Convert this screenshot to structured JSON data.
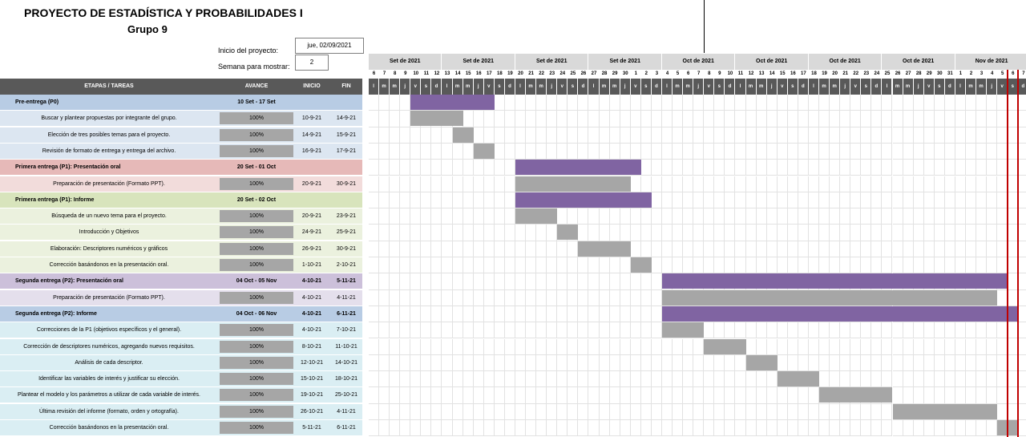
{
  "header": {
    "title": "PROYECTO DE ESTADÍSTICA Y PROBABILIDADES I",
    "subtitle": "Grupo 9",
    "start_label": "Inicio del proyecto:",
    "start_value": "jue, 02/09/2021",
    "week_label": "Semana para mostrar:",
    "week_value": "2"
  },
  "columns": {
    "task": "ETAPAS / TAREAS",
    "progress": "AVANCE",
    "start": "INICIO",
    "end": "FIN"
  },
  "colors": {
    "blue": "#b8cce4",
    "blue_light": "#dce6f1",
    "red": "#e6b9b8",
    "red_light": "#f2dcdb",
    "green": "#d8e4bc",
    "green_light": "#ebf1de",
    "purple": "#ccc0da",
    "purple_light": "#e4dfec",
    "teal": "#b7dee8",
    "teal_light": "#daeef3",
    "bar_phase": "#8064a2",
    "bar_task": "#a6a6a6",
    "today_line": "#c00000"
  },
  "weeks": [
    "Set de 2021",
    "Set de 2021",
    "Set de 2021",
    "Set de 2021",
    "Oct de 2021",
    "Oct de 2021",
    "Oct de 2021",
    "Oct de 2021",
    "Nov de 2021"
  ],
  "day_numbers": [
    "6",
    "7",
    "8",
    "9",
    "10",
    "11",
    "12",
    "13",
    "14",
    "15",
    "16",
    "17",
    "18",
    "19",
    "20",
    "21",
    "22",
    "23",
    "24",
    "25",
    "26",
    "27",
    "28",
    "29",
    "30",
    "1",
    "2",
    "3",
    "4",
    "5",
    "6",
    "7",
    "8",
    "9",
    "10",
    "11",
    "12",
    "13",
    "14",
    "15",
    "16",
    "17",
    "18",
    "19",
    "20",
    "21",
    "22",
    "23",
    "24",
    "25",
    "26",
    "27",
    "28",
    "29",
    "30",
    "31",
    "1",
    "2",
    "3",
    "4",
    "5",
    "6",
    "7"
  ],
  "day_letters": [
    "l",
    "m",
    "m",
    "j",
    "v",
    "s",
    "d"
  ],
  "rows": [
    {
      "type": "phase",
      "color": "blue",
      "task": "Pre-entrega (P0)",
      "progress": "10 Set - 17 Set",
      "start": "",
      "end": "",
      "bar": [
        4,
        12
      ]
    },
    {
      "type": "task",
      "color": "blue_light",
      "task": "Buscar y plantear propuestas por integrante del grupo.",
      "progress": "100%",
      "start": "10-9-21",
      "end": "14-9-21",
      "bar": [
        4,
        9
      ]
    },
    {
      "type": "task",
      "color": "blue_light",
      "task": "Elección de tres posibles temas para el proyecto.",
      "progress": "100%",
      "start": "14-9-21",
      "end": "15-9-21",
      "bar": [
        8,
        10
      ]
    },
    {
      "type": "task",
      "color": "blue_light",
      "task": "Revisión de formato de entrega y entrega del archivo.",
      "progress": "100%",
      "start": "16-9-21",
      "end": "17-9-21",
      "bar": [
        10,
        12
      ]
    },
    {
      "type": "phase",
      "color": "red",
      "task": "Primera entrega (P1): Presentación oral",
      "progress": "20 Set - 01 Oct",
      "start": "",
      "end": "",
      "bar": [
        14,
        26
      ]
    },
    {
      "type": "task",
      "color": "red_light",
      "task": "Preparación de presentación (Formato PPT).",
      "progress": "100%",
      "start": "20-9-21",
      "end": "30-9-21",
      "bar": [
        14,
        25
      ]
    },
    {
      "type": "phase",
      "color": "green",
      "task": "Primera entrega (P1): Informe",
      "progress": "20 Set - 02 Oct",
      "start": "",
      "end": "",
      "bar": [
        14,
        27
      ]
    },
    {
      "type": "task",
      "color": "green_light",
      "task": "Búsqueda de un nuevo tema para el proyecto.",
      "progress": "100%",
      "start": "20-9-21",
      "end": "23-9-21",
      "bar": [
        14,
        18
      ]
    },
    {
      "type": "task",
      "color": "green_light",
      "task": "Introducción y Objetivos",
      "progress": "100%",
      "start": "24-9-21",
      "end": "25-9-21",
      "bar": [
        18,
        20
      ]
    },
    {
      "type": "task",
      "color": "green_light",
      "task": "Elaboración: Descriptores numéricos y gráficos",
      "progress": "100%",
      "start": "26-9-21",
      "end": "30-9-21",
      "bar": [
        20,
        25
      ]
    },
    {
      "type": "task",
      "color": "green_light",
      "task": "Corrección basándonos en la presentación oral.",
      "progress": "100%",
      "start": "1-10-21",
      "end": "2-10-21",
      "bar": [
        25,
        27
      ]
    },
    {
      "type": "phase",
      "color": "purple",
      "task": "Segunda entrega (P2): Presentación oral",
      "progress": "04 Oct - 05 Nov",
      "start": "4-10-21",
      "end": "5-11-21",
      "bar": [
        28,
        61
      ]
    },
    {
      "type": "task",
      "color": "purple_light",
      "task": "Preparación de presentación (Formato PPT).",
      "progress": "100%",
      "start": "4-10-21",
      "end": "4-11-21",
      "bar": [
        28,
        60
      ]
    },
    {
      "type": "phase",
      "color": "blue",
      "task": "Segunda entrega (P2): Informe",
      "progress": "04 Oct - 06 Nov",
      "start": "4-10-21",
      "end": "6-11-21",
      "bar": [
        28,
        62
      ]
    },
    {
      "type": "task",
      "color": "teal_light",
      "task": "Correcciones de la P1 (objetivos específicos y el general).",
      "progress": "100%",
      "start": "4-10-21",
      "end": "7-10-21",
      "bar": [
        28,
        32
      ]
    },
    {
      "type": "task",
      "color": "teal_light",
      "task": "Corrección de descriptores numéricos, agregando nuevos requisitos.",
      "progress": "100%",
      "start": "8-10-21",
      "end": "11-10-21",
      "bar": [
        32,
        36
      ]
    },
    {
      "type": "task",
      "color": "teal_light",
      "task": "Análisis de cada descriptor.",
      "progress": "100%",
      "start": "12-10-21",
      "end": "14-10-21",
      "bar": [
        36,
        39
      ]
    },
    {
      "type": "task",
      "color": "teal_light",
      "task": "Identificar las variables de interés y justificar su elección.",
      "progress": "100%",
      "start": "15-10-21",
      "end": "18-10-21",
      "bar": [
        39,
        43
      ]
    },
    {
      "type": "task",
      "color": "teal_light",
      "task": "Plantear el modelo y los parámetros a utilizar de cada variable de interés.",
      "progress": "100%",
      "start": "19-10-21",
      "end": "25-10-21",
      "bar": [
        43,
        50
      ]
    },
    {
      "type": "task",
      "color": "teal_light",
      "task": "Última revisión del informe (formato, orden y ortografía).",
      "progress": "100%",
      "start": "26-10-21",
      "end": "4-11-21",
      "bar": [
        50,
        60
      ]
    },
    {
      "type": "task",
      "color": "teal_light",
      "task": "Corrección basándonos en la presentación oral.",
      "progress": "100%",
      "start": "5-11-21",
      "end": "6-11-21",
      "bar": [
        60,
        62
      ]
    }
  ]
}
